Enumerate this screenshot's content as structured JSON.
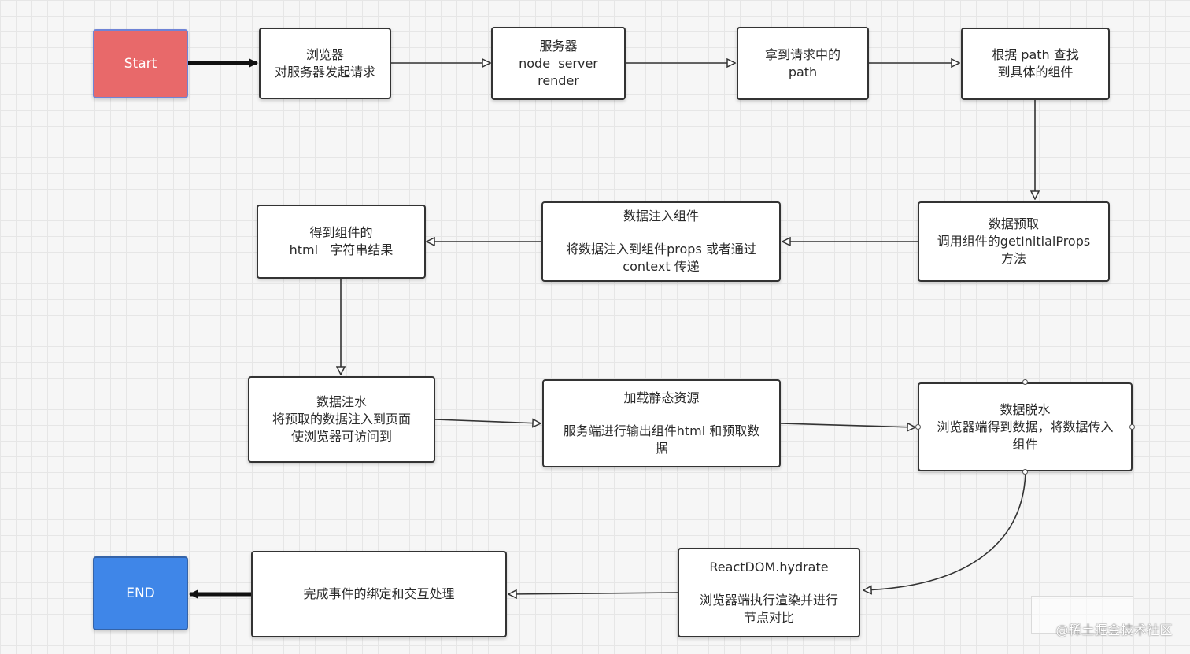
{
  "diagram": {
    "nodes": {
      "start": {
        "lines": [
          "Start"
        ]
      },
      "browser_request": {
        "lines": [
          "浏览器",
          "对服务器发起请求"
        ]
      },
      "server_render": {
        "lines": [
          "服务器",
          "node  server",
          "render"
        ]
      },
      "get_path": {
        "lines": [
          "拿到请求中的",
          "path"
        ]
      },
      "find_component": {
        "lines": [
          "根据 path 查找",
          "到具体的组件"
        ]
      },
      "prefetch": {
        "lines": [
          "数据预取",
          "调用组件的getInitialProps",
          "方法"
        ]
      },
      "inject_props": {
        "title": "数据注入组件",
        "lines": [
          "将数据注入到组件props 或者通过",
          "context 传递"
        ]
      },
      "html_string": {
        "lines": [
          "得到组件的",
          "html   字符串结果"
        ]
      },
      "water_inject": {
        "lines": [
          "数据注水",
          "将预取的数据注入到页面",
          "使浏览器可访问到"
        ]
      },
      "load_static": {
        "title": "加载静态资源",
        "lines": [
          "服务端进行输出组件html 和预取数",
          "据"
        ]
      },
      "dehydrate": {
        "lines": [
          "数据脱水",
          "浏览器端得到数据，将数据传入",
          "组件"
        ]
      },
      "hydrate": {
        "title": "ReactDOM.hydrate",
        "lines": [
          "浏览器端执行渲染并进行",
          "节点对比"
        ]
      },
      "bind_events": {
        "lines": [
          "完成事件的绑定和交互处理"
        ]
      },
      "end": {
        "lines": [
          "END"
        ]
      }
    },
    "edges": [
      {
        "from": "start",
        "to": "browser_request"
      },
      {
        "from": "browser_request",
        "to": "server_render"
      },
      {
        "from": "server_render",
        "to": "get_path"
      },
      {
        "from": "get_path",
        "to": "find_component"
      },
      {
        "from": "find_component",
        "to": "prefetch"
      },
      {
        "from": "prefetch",
        "to": "inject_props"
      },
      {
        "from": "inject_props",
        "to": "html_string"
      },
      {
        "from": "html_string",
        "to": "water_inject"
      },
      {
        "from": "water_inject",
        "to": "load_static"
      },
      {
        "from": "load_static",
        "to": "dehydrate"
      },
      {
        "from": "dehydrate",
        "to": "hydrate"
      },
      {
        "from": "hydrate",
        "to": "bind_events"
      },
      {
        "from": "bind_events",
        "to": "end"
      }
    ],
    "colors": {
      "start_fill": "#e8696a",
      "end_fill": "#3f86e8",
      "edge": "#333333",
      "node_border": "#333333"
    }
  },
  "watermark": "@稀土掘金技术社区"
}
